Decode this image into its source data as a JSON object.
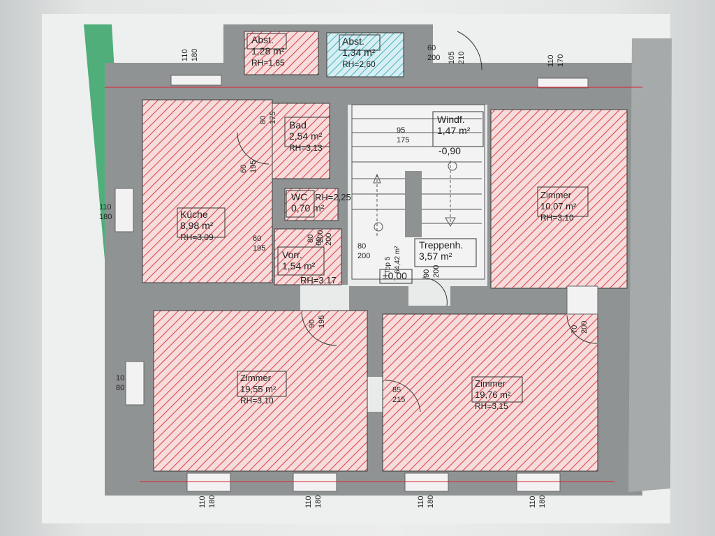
{
  "plan": {
    "colors": {
      "wall": "#8f9292",
      "room_fill": "#f4d7d7",
      "room_hatch": "#e04848",
      "storage_hatch": "#49b8c6",
      "facade": "#4fae79",
      "label_box": "#333333"
    },
    "rooms": [
      {
        "id": "abst-1",
        "name": "Abst.",
        "area": "1,28 m²",
        "rh": "RH=1,85"
      },
      {
        "id": "abst-2",
        "name": "Abst.",
        "area": "1,34 m²",
        "rh": "RH=2,60"
      },
      {
        "id": "bad",
        "name": "Bad",
        "area": "2,54 m²",
        "rh": "RH=3,13"
      },
      {
        "id": "windf",
        "name": "Windf.",
        "area": "1,47 m²",
        "rh": "-0,90"
      },
      {
        "id": "wc",
        "name": "WC",
        "area": "0,70 m²",
        "rh": "RH=2,25"
      },
      {
        "id": "kueche",
        "name": "Küche",
        "area": "8,98 m²",
        "rh": "RH=3,09"
      },
      {
        "id": "vorr",
        "name": "Vorr.",
        "area": "1,54 m²",
        "rh": "RH=3,17"
      },
      {
        "id": "treppenh",
        "name": "Treppenh.",
        "area": "3,57 m²",
        "rh": "±0,00"
      },
      {
        "id": "zimmer-ne",
        "name": "Zimmer",
        "area": "10,07 m²",
        "rh": "RH=3,10"
      },
      {
        "id": "zimmer-sw",
        "name": "Zimmer",
        "area": "19,55 m²",
        "rh": "RH=3,10"
      },
      {
        "id": "zimmer-se",
        "name": "Zimmer",
        "area": "19,76 m²",
        "rh": "RH=3,15"
      }
    ],
    "top_label": [
      "Top 5",
      "64,42 m²"
    ],
    "dimensions": [
      {
        "id": "win-top-left",
        "a": "110",
        "b": "180"
      },
      {
        "id": "win-top-right",
        "a": "110",
        "b": "170"
      },
      {
        "id": "door-entry",
        "a": "105",
        "b": "210"
      },
      {
        "id": "door-abst",
        "a": "60",
        "b": "200"
      },
      {
        "id": "door-bad",
        "a": "80",
        "b": "175"
      },
      {
        "id": "door-kueche",
        "a": "60",
        "b": "195"
      },
      {
        "id": "door-vorr-left",
        "a": "60",
        "b": "195"
      },
      {
        "id": "door-vorr-top",
        "a": "80",
        "b": "200"
      },
      {
        "id": "door-wc",
        "a": "60",
        "b": "200"
      },
      {
        "id": "door-flur",
        "a": "80",
        "b": "200"
      },
      {
        "id": "door-treppe",
        "a": "90",
        "b": "200"
      },
      {
        "id": "door-stair",
        "a": "95",
        "b": "175"
      },
      {
        "id": "door-zimmer-sw",
        "a": "90",
        "b": "195"
      },
      {
        "id": "door-zimmer-se",
        "a": "70",
        "b": "200"
      },
      {
        "id": "door-between",
        "a": "85",
        "b": "215"
      },
      {
        "id": "win-left-upper",
        "a": "110",
        "b": "180"
      },
      {
        "id": "win-left-lower",
        "a": "10",
        "b": "80"
      },
      {
        "id": "win-bottom-1",
        "a": "110",
        "b": "180"
      },
      {
        "id": "win-bottom-2",
        "a": "110",
        "b": "180"
      },
      {
        "id": "win-bottom-3",
        "a": "110",
        "b": "180"
      },
      {
        "id": "win-bottom-4",
        "a": "110",
        "b": "180"
      }
    ]
  }
}
